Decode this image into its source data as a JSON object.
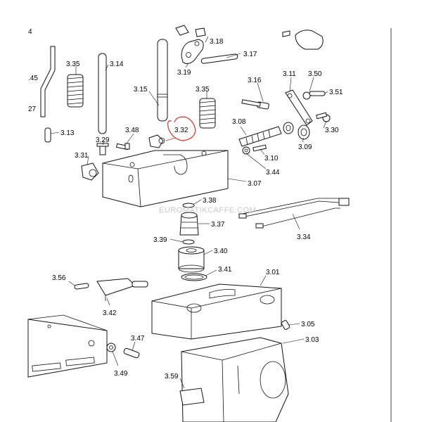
{
  "watermark": "EUROMATIKCAFFE.COM",
  "highlight_color": "#e0302a",
  "labels": {
    "l_3_18": "3.18",
    "l_3_17": "3.17",
    "l_3_19": "3.19",
    "l_3_35a": "3.35",
    "l_3_14": "3.14",
    "l_3_15": "3.15",
    "l_3_35b": "3.35",
    "l_3_16": "3.16",
    "l_3_11": "3.11",
    "l_3_50": "3.50",
    "l_3_51": "3.51",
    "l_3_13": "3.13",
    "l_3_48": "3.48",
    "l_3_32": "3.32",
    "l_3_08": "3.08",
    "l_3_30": "3.30",
    "l_3_29": "3.29",
    "l_3_09": "3.09",
    "l_3_31": "3.31",
    "l_3_10": "3.10",
    "l_3_44": "3.44",
    "l_3_07": "3.07",
    "l_3_38": "3.38",
    "l_3_37": "3.37",
    "l_3_34": "3.34",
    "l_3_39": "3.39",
    "l_3_40": "3.40",
    "l_3_41": "3.41",
    "l_3_56": "3.56",
    "l_3_01": "3.01",
    "l_3_42": "3.42",
    "l_3_05": "3.05",
    "l_3_47": "3.47",
    "l_3_03": "3.03",
    "l_3_49": "3.49",
    "l_3_59": "3.59",
    "l_edge_45": ".45",
    "l_edge_27": "27",
    "l_edge_4": "4"
  }
}
